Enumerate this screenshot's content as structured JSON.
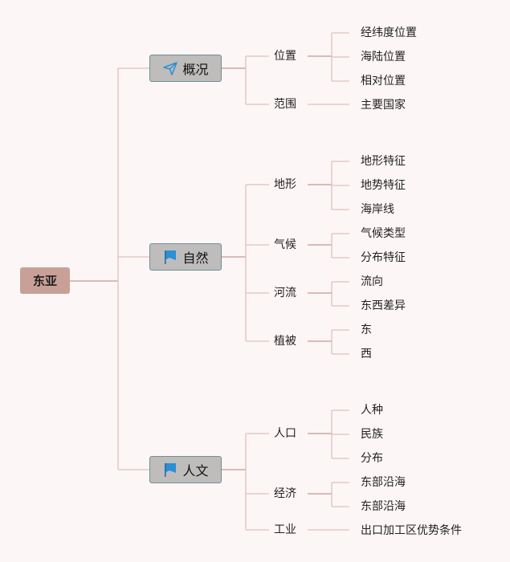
{
  "root": {
    "label": "东亚"
  },
  "branches": [
    {
      "label": "概况",
      "icon": "paper-plane-icon",
      "subs": [
        {
          "label": "位置",
          "leaves": [
            "经纬度位置",
            "海陆位置",
            "相对位置"
          ]
        },
        {
          "label": "范围",
          "leaves": [
            "主要国家"
          ]
        }
      ]
    },
    {
      "label": "自然",
      "icon": "flag-icon",
      "subs": [
        {
          "label": "地形",
          "leaves": [
            "地形特征",
            "地势特征",
            "海岸线"
          ]
        },
        {
          "label": "气候",
          "leaves": [
            "气候类型",
            "分布特征"
          ]
        },
        {
          "label": "河流",
          "leaves": [
            "流向",
            "东西差异"
          ]
        },
        {
          "label": "植被",
          "leaves": [
            "东",
            "西"
          ]
        }
      ]
    },
    {
      "label": "人文",
      "icon": "flag-icon",
      "subs": [
        {
          "label": "人口",
          "leaves": [
            "人种",
            "民族",
            "分布"
          ]
        },
        {
          "label": "经济",
          "leaves": [
            "东部沿海",
            "东部沿海"
          ]
        },
        {
          "label": "工业",
          "leaves": [
            "出口加工区优势条件"
          ]
        }
      ]
    }
  ],
  "colors": {
    "background": "#fdf6f6",
    "root_fill": "#c9a097",
    "branch_fill": "#bfbcbc",
    "branch_border": "#6f8f94",
    "connector": "#dcc3bd",
    "connector_dark": "#c39a92",
    "icon_blue": "#2a8fd4"
  }
}
